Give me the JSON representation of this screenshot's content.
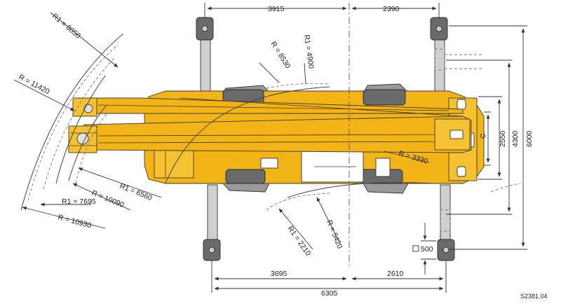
{
  "dimensions": {
    "top_left": "3915",
    "top_right": "2390",
    "bottom_left": "3695",
    "bottom_right": "2610",
    "bottom_total": "6305",
    "right_c": "C",
    "right_2550": "2550",
    "right_4300": "4300",
    "right_6000": "6000",
    "square_500": "500"
  },
  "radii": {
    "r1_8050": "R1 = 8050",
    "r_11420": "R = 11420",
    "r_8530": "R = 8530",
    "r1_4900": "R1 = 4900",
    "r1_6560": "R1 = 6560",
    "r_10090": "R = 10090",
    "r1_7695": "R1 = 7695",
    "r_10930": "R = 10930",
    "r_3330": "R = 3330",
    "r1_2210": "R1 = 2210",
    "r_5420": "R = 5420"
  },
  "drawing_code": "S2381.04",
  "colors": {
    "body_yellow": "#f3b418",
    "tyre_grey": "#9a9a9a",
    "pad_grey": "#6a6a6a"
  }
}
